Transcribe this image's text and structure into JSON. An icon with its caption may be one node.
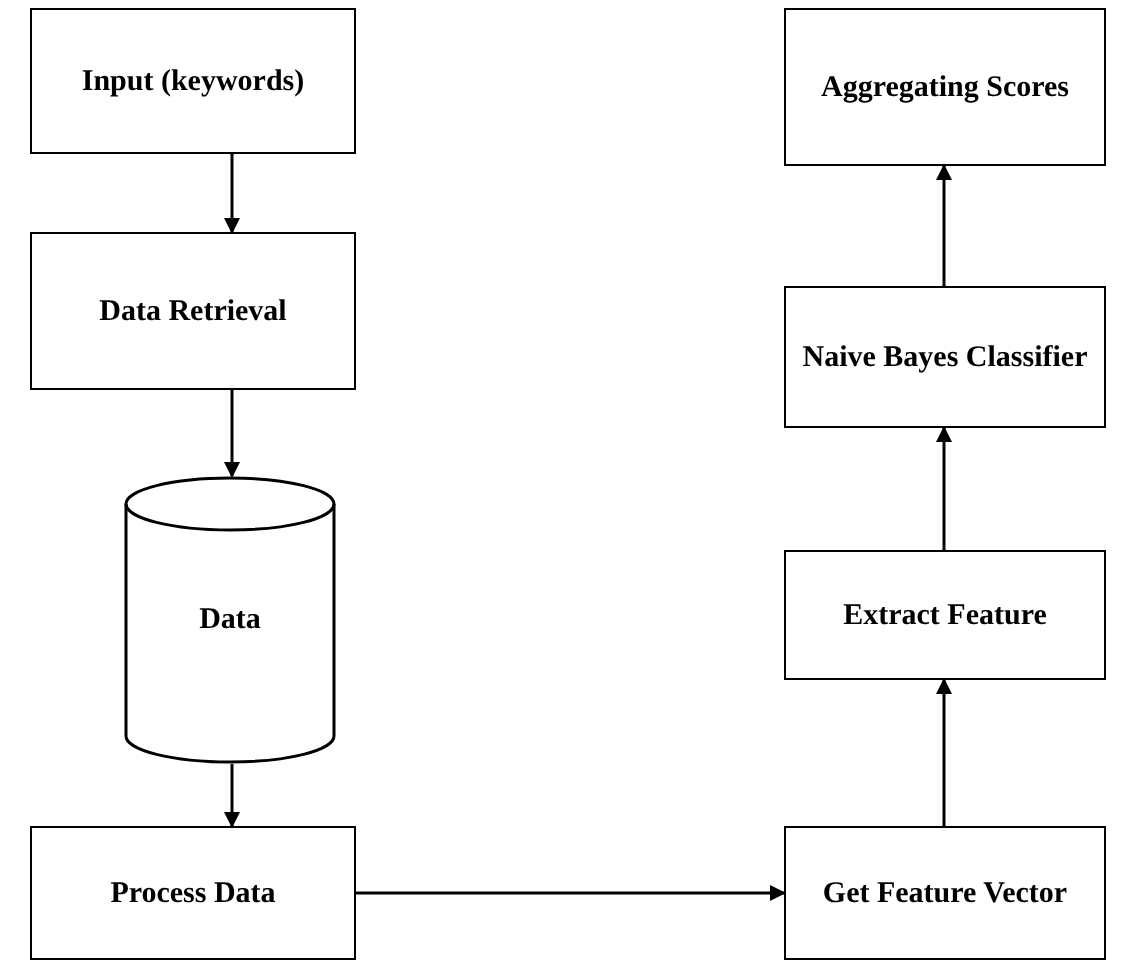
{
  "diagram": {
    "nodes": [
      {
        "text": [
          "Input (keywords)"
        ]
      },
      {
        "text": [
          "Data Retrieval"
        ]
      },
      {
        "text": [
          "Data"
        ]
      },
      {
        "text": [
          "Process Data"
        ]
      },
      {
        "text": [
          "Get Feature Vector"
        ]
      },
      {
        "text": [
          "Extract Feature"
        ]
      },
      {
        "text": [
          "Naive Bayes Classifier"
        ]
      },
      {
        "text": [
          "Aggregating Scores"
        ]
      }
    ],
    "edges": [
      {
        "from": 0,
        "to": 1,
        "arrow": "to"
      },
      {
        "from": 1,
        "to": 2,
        "arrow": "to"
      },
      {
        "from": 2,
        "to": 3,
        "arrow": "to"
      },
      {
        "from": 3,
        "to": 4,
        "arrow": "to"
      },
      {
        "from": 4,
        "to": 5,
        "arrow": "to"
      },
      {
        "from": 5,
        "to": 6,
        "arrow": "to"
      },
      {
        "from": 6,
        "to": 7,
        "arrow": "to"
      }
    ]
  }
}
